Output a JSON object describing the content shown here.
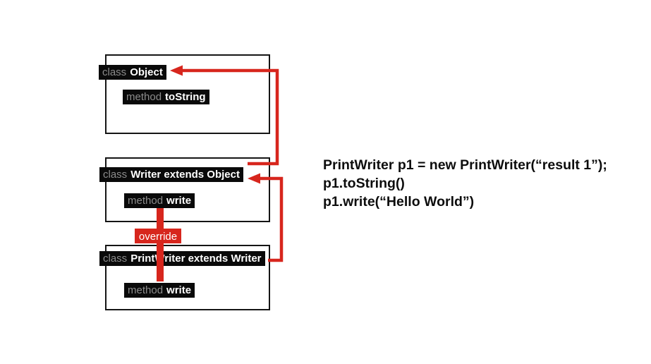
{
  "colors": {
    "arrow_red": "#d7261d",
    "label_background": "#0a0a0a",
    "label_muted_text": "#8c8c8c",
    "label_name_text": "#ffffff",
    "box_border": "#151515",
    "code_text": "#0d0d0d",
    "background": "#ffffff"
  },
  "diagram": {
    "boxes": [
      {
        "class_prefix": "class",
        "class_name": "Object",
        "method_prefix": "method",
        "method_name": "toString"
      },
      {
        "class_prefix": "class",
        "class_name": "Writer extends Object",
        "method_prefix": "method",
        "method_name": "write"
      },
      {
        "class_prefix": "class",
        "class_name": "PrintWriter extends Writer",
        "method_prefix": "method",
        "method_name": "write"
      }
    ],
    "override_label": "override",
    "arrows": [
      {
        "from": "Writer",
        "to": "Object",
        "meaning": "Writer extends Object"
      },
      {
        "from": "PrintWriter",
        "to": "Writer",
        "meaning": "PrintWriter extends Writer"
      },
      {
        "from": "Writer.write",
        "to": "PrintWriter.write",
        "meaning": "override"
      }
    ]
  },
  "code": {
    "lines": [
      "PrintWriter p1 = new PrintWriter(“result 1”);",
      "p1.toString()",
      "p1.write(“Hello World”)"
    ]
  }
}
